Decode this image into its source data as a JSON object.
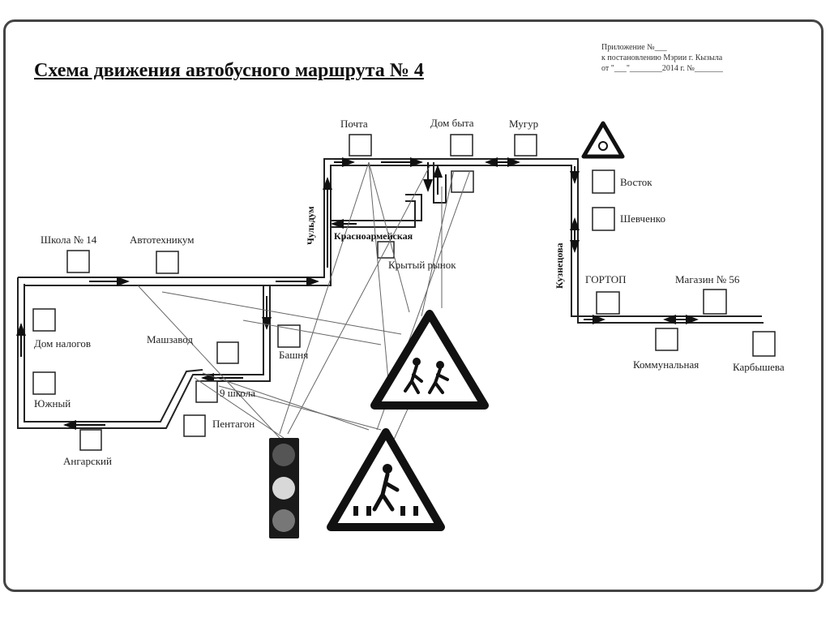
{
  "header": {
    "title": "Схема движения автобусного маршрута № 4",
    "appendix_line1": "Приложение №___",
    "appendix_line2": "к постановлению Мэрии г. Кызыла",
    "appendix_line3": "от \"___\"________2014 г. №_______"
  },
  "stops": {
    "pochta": "Почта",
    "dom_byta": "Дом быта",
    "mugur": "Мугур",
    "vostok": "Восток",
    "shevchenko": "Шевченко",
    "school14": "Школа № 14",
    "avtotekhnikum": "Автотехникум",
    "krytyi_rynok": "Крытый рынок",
    "gortop": "ГОРТОП",
    "magazin56": "Магазин № 56",
    "dom_nalogov": "Дом налогов",
    "mashzavod": "Машзавод",
    "bashnya": "Башня",
    "kommunalnaya": "Коммунальная",
    "karbysheva": "Карбышева",
    "yuzhnyi": "Южный",
    "school9": "9 школа",
    "pentagon": "Пентагон",
    "angarskii": "Ангарский"
  },
  "streets": {
    "chuldum": "Чульдум",
    "krasnoarmeiskaya": "Красноармейская",
    "kuznetsova": "Кузнецова"
  },
  "signs": [
    "roundabout-sign",
    "children-crossing-sign",
    "pedestrian-crossing-sign",
    "traffic-light"
  ]
}
